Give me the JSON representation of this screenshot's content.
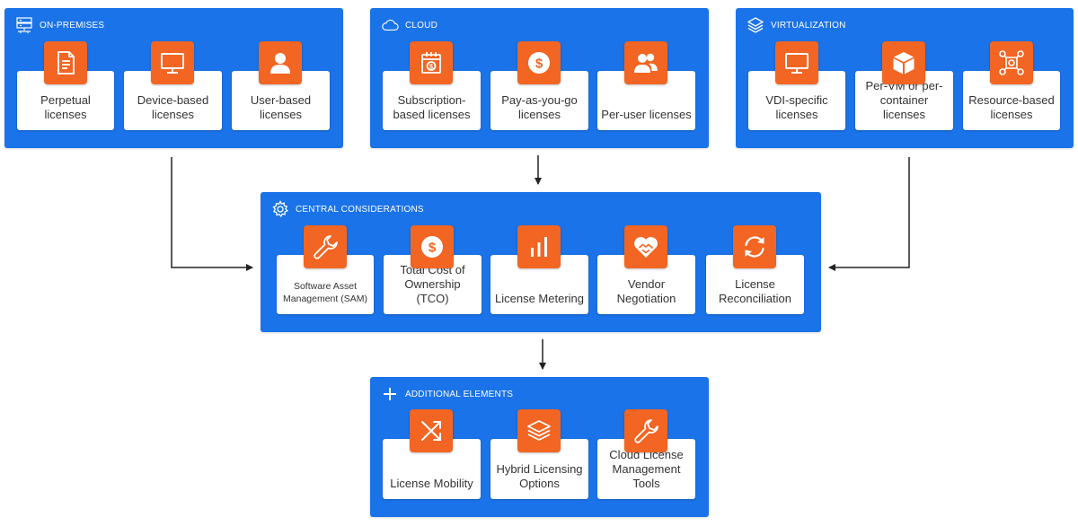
{
  "colors": {
    "panel_blue": "#1a73e8",
    "icon_orange": "#f26522",
    "card_white": "#ffffff",
    "text_dark": "#333333",
    "arrow": "#222222"
  },
  "on_premises": {
    "title": "ON-PREMISES",
    "icon": "server-icon",
    "items": [
      {
        "icon": "document-icon",
        "label": "Perpetual licenses"
      },
      {
        "icon": "monitor-icon",
        "label": "Device-based licenses"
      },
      {
        "icon": "user-icon",
        "label": "User-based licenses"
      }
    ]
  },
  "cloud": {
    "title": "CLOUD",
    "icon": "cloud-icon",
    "items": [
      {
        "icon": "calendar-dollar-icon",
        "label": "Subscription-based licenses"
      },
      {
        "icon": "dollar-coin-icon",
        "label": "Pay-as-you-go licenses"
      },
      {
        "icon": "users-icon",
        "label": "Per-user licenses"
      }
    ]
  },
  "virtualization": {
    "title": "VIRTUALIZATION",
    "icon": "layers-icon",
    "items": [
      {
        "icon": "monitor-icon",
        "label": "VDI-specific licenses"
      },
      {
        "icon": "cube-icon",
        "label": "Per-VM or per-container licenses"
      },
      {
        "icon": "resource-network-icon",
        "label": "Resource-based licenses"
      }
    ]
  },
  "central": {
    "title": "CENTRAL CONSIDERATIONS",
    "icon": "gear-icon",
    "items": [
      {
        "icon": "wrench-icon",
        "label": "Software Asset Management (SAM)"
      },
      {
        "icon": "dollar-coin-icon",
        "label": "Total Cost of Ownership (TCO)"
      },
      {
        "icon": "bar-chart-icon",
        "label": "License Metering"
      },
      {
        "icon": "handshake-heart-icon",
        "label": "Vendor Negotiation"
      },
      {
        "icon": "refresh-icon",
        "label": "License Reconciliation"
      }
    ]
  },
  "additional": {
    "title": "ADDITIONAL ELEMENTS",
    "icon": "plus-icon",
    "items": [
      {
        "icon": "shuffle-icon",
        "label": "License Mobility"
      },
      {
        "icon": "layers-icon",
        "label": "Hybrid Licensing Options"
      },
      {
        "icon": "wrench-icon",
        "label": "Cloud License Management Tools"
      }
    ]
  }
}
